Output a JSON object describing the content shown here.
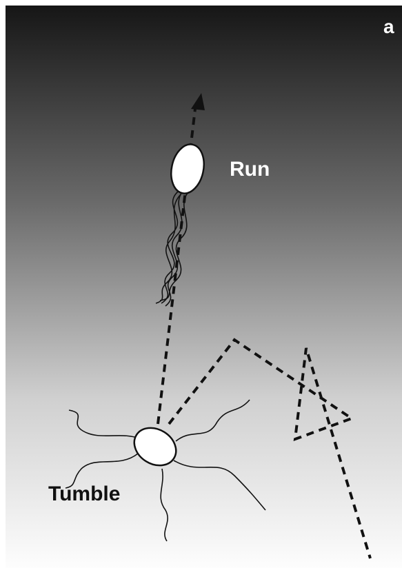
{
  "figure": {
    "panel_letter": "a",
    "labels": {
      "run": "Run",
      "tumble": "Tumble"
    }
  },
  "colors": {
    "gradient_top": "#161616",
    "gradient_bottom": "#fdfdfd",
    "ink": "#111111",
    "cell_fill": "#ffffff",
    "run_label": "#ffffff",
    "tumble_label": "#111111"
  }
}
